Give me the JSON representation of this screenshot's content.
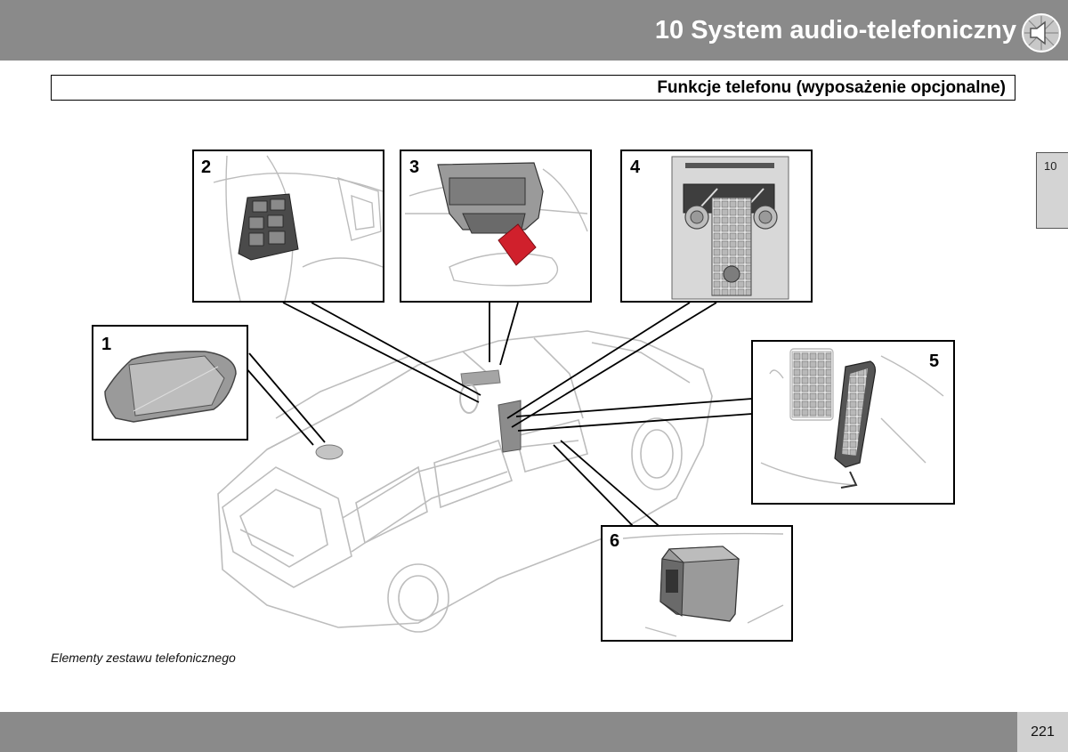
{
  "header": {
    "chapter_title": "10 System audio-telefoniczny",
    "chapter_icon": "speaker-icon"
  },
  "section": {
    "title": "Funkcje telefonu (wyposażenie opcjonalne)"
  },
  "side_tab": {
    "label": "10"
  },
  "figure": {
    "callouts": [
      "1",
      "2",
      "3",
      "4",
      "5",
      "6"
    ],
    "highlight_color": "#d0202c",
    "caption": "Elementy zestawu telefonicznego"
  },
  "footer": {
    "page_number": "221"
  },
  "colors": {
    "bar_gray": "#8a8a8a",
    "tab_gray": "#d4d4d4"
  }
}
